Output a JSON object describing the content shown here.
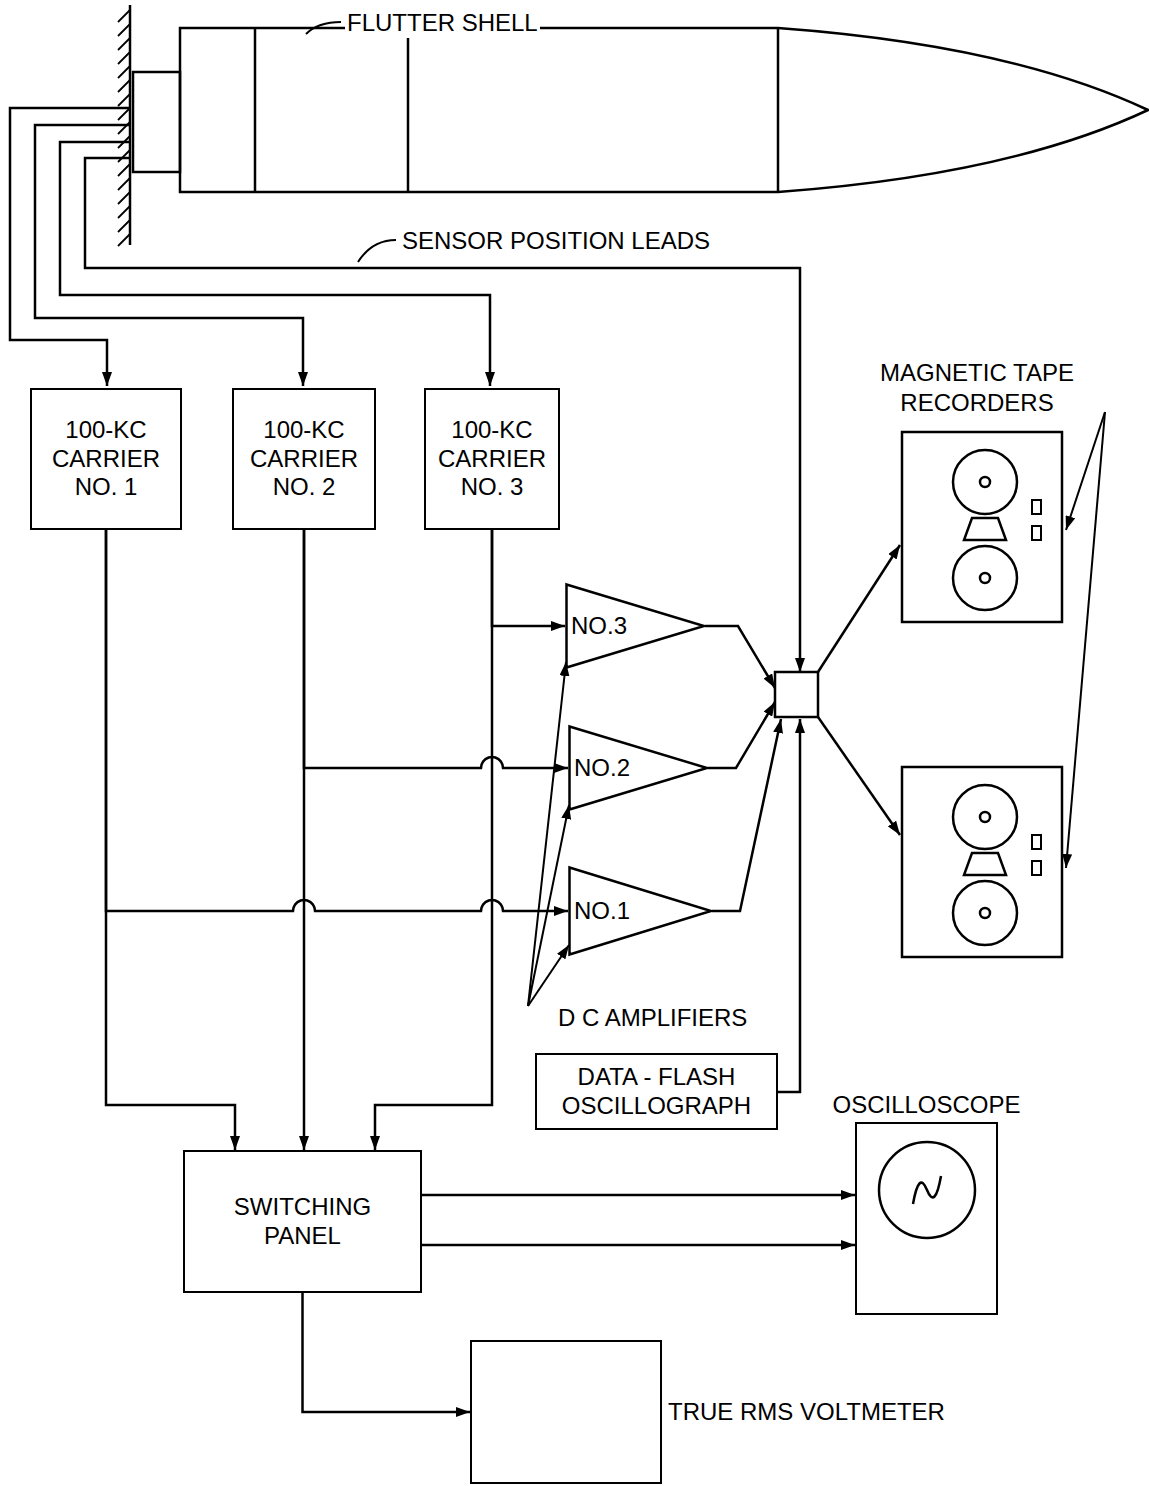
{
  "diagram": {
    "nodes": [
      {
        "text": [
          "100-KC CARRIER NO. 1"
        ]
      },
      {
        "text": [
          "100-KC CARRIER NO. 2"
        ]
      },
      {
        "text": [
          "100-KC CARRIER NO. 3"
        ]
      },
      {
        "text": [
          "NO.3"
        ]
      },
      {
        "text": [
          "NO.2"
        ]
      },
      {
        "text": [
          "NO.1"
        ]
      },
      {
        "text": [
          "DATA - FLASH OSCILLOGRAPH"
        ]
      },
      {
        "text": [
          "OSCILLOSCOPE"
        ]
      },
      {
        "text": [
          "SWITCHING PANEL"
        ]
      },
      {
        "text": [
          "TRUE RMS VOLTMETER"
        ]
      }
    ],
    "edges": [
      {
        "from": 0,
        "to": 5,
        "arrow": "to"
      },
      {
        "from": 1,
        "to": 4,
        "arrow": "to"
      },
      {
        "from": 2,
        "to": 3,
        "arrow": "to"
      },
      {
        "from": 0,
        "to": 8,
        "arrow": "to"
      },
      {
        "from": 1,
        "to": 8,
        "arrow": "to"
      },
      {
        "from": 2,
        "to": 8,
        "arrow": "to"
      },
      {
        "from": 8,
        "to": 7,
        "arrow": "to"
      },
      {
        "from": 8,
        "to": 7,
        "arrow": "to"
      },
      {
        "from": 8,
        "to": 9,
        "arrow": "to"
      }
    ],
    "labels": [
      "FLUTTER SHELL",
      "SENSOR POSITION LEADS",
      "MAGNETIC TAPE RECORDERS",
      "D C AMPLIFIERS"
    ]
  }
}
